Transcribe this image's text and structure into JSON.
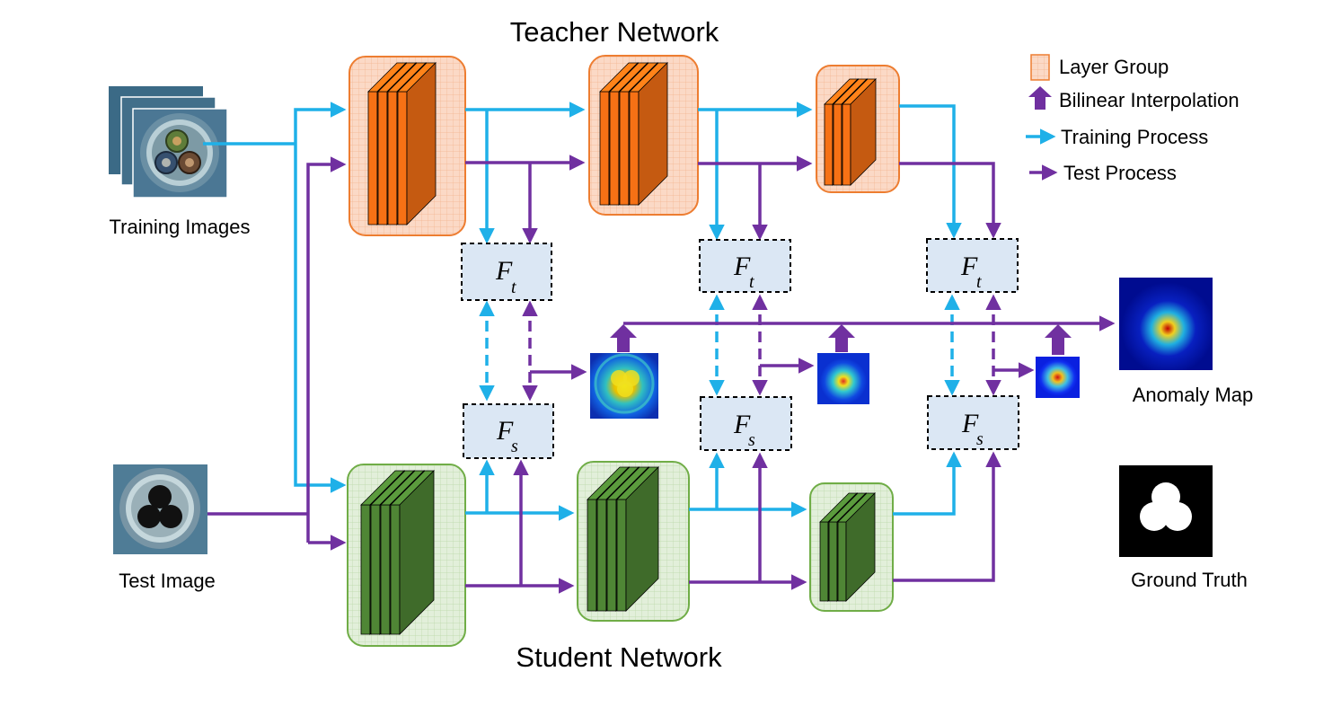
{
  "titles": {
    "teacher": "Teacher Network",
    "student": "Student Network"
  },
  "captions": {
    "training_images": "Training Images",
    "test_image": "Test Image",
    "anomaly_map": "Anomaly Map",
    "ground_truth": "Ground Truth"
  },
  "legend": {
    "layer_group": "Layer Group",
    "bilinear": "Bilinear Interpolation",
    "training": "Training Process",
    "test": "Test Process"
  },
  "features": {
    "teacher_symbol": "F",
    "teacher_sub": "t",
    "student_symbol": "F",
    "student_sub": "s"
  },
  "colors": {
    "training": "#1fb0e8",
    "test": "#7030a0",
    "teacher_layer": "#c55a11",
    "teacher_group_fill": "#fbd9c6",
    "teacher_group_stroke": "#ed7d31",
    "student_layer": "#3f6b2a",
    "student_group_fill": "#e2efda",
    "student_group_stroke": "#70ad47",
    "feature_fill": "#dbe7f4"
  },
  "icons": [
    "layer-group-icon",
    "bilinear-arrow-icon",
    "training-arrow-icon",
    "test-arrow-icon"
  ]
}
